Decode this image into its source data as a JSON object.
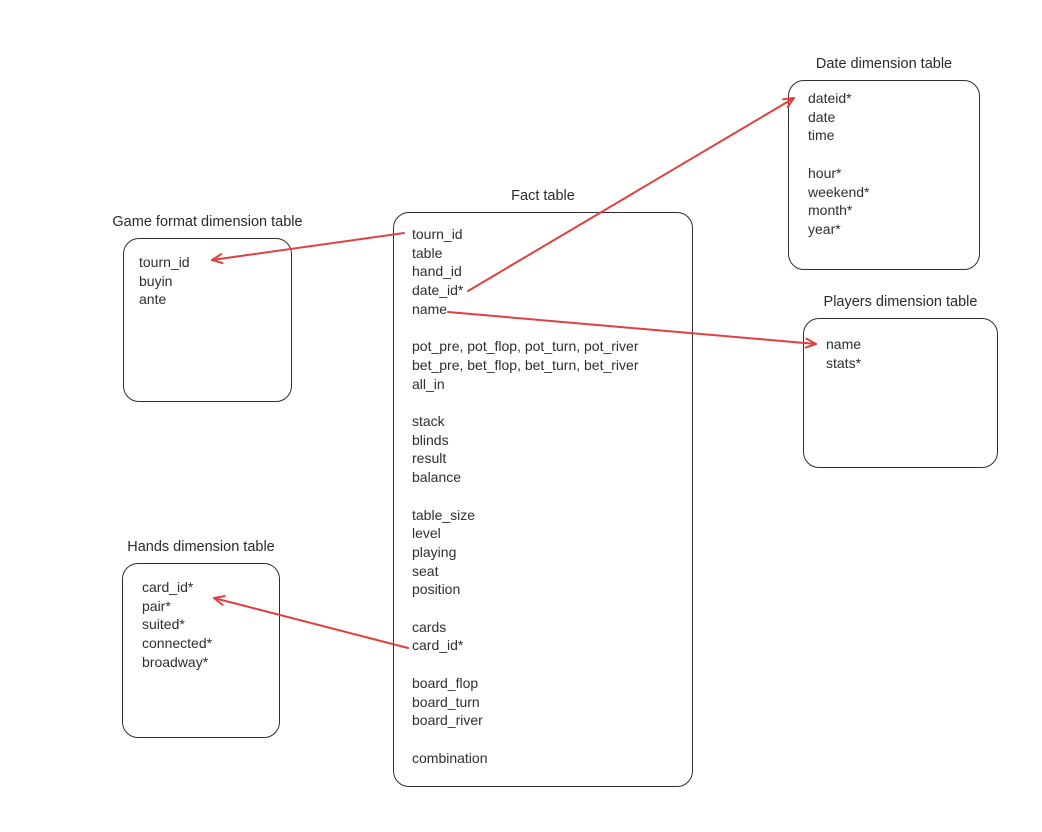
{
  "tables": [
    {
      "id": "fact",
      "title": "Fact table",
      "groups": [
        [
          "tourn_id",
          "table",
          "hand_id",
          "date_id*",
          "name"
        ],
        [
          "pot_pre, pot_flop, pot_turn, pot_river",
          "bet_pre, bet_flop, bet_turn, bet_river",
          "all_in"
        ],
        [
          "stack",
          "blinds",
          "result",
          "balance"
        ],
        [
          "table_size",
          "level",
          "playing",
          "seat",
          "position"
        ],
        [
          "cards",
          "card_id*"
        ],
        [
          "board_flop",
          "board_turn",
          "board_river"
        ],
        [
          "combination"
        ]
      ]
    },
    {
      "id": "date",
      "title": "Date dimension table",
      "groups": [
        [
          "dateid*",
          "date",
          "time"
        ],
        [
          "hour*",
          "weekend*",
          "month*",
          "year*"
        ]
      ]
    },
    {
      "id": "game_format",
      "title": "Game format dimension table",
      "groups": [
        [
          "tourn_id",
          "buyin",
          "ante"
        ]
      ]
    },
    {
      "id": "players",
      "title": "Players dimension table",
      "groups": [
        [
          "name",
          "stats*"
        ]
      ]
    },
    {
      "id": "hands",
      "title": "Hands dimension table",
      "groups": [
        [
          "card_id*",
          "pair*",
          "suited*",
          "connected*",
          "broadway*"
        ]
      ]
    }
  ],
  "relationships": [
    {
      "from": "Fact table / tourn_id",
      "to": "Game format dimension table / tourn_id"
    },
    {
      "from": "Fact table / date_id*",
      "to": "Date dimension table / dateid*"
    },
    {
      "from": "Fact table / name",
      "to": "Players dimension table / name"
    },
    {
      "from": "Fact table / card_id*",
      "to": "Hands dimension table / card_id*"
    }
  ],
  "colors": {
    "arrow": "#e04040",
    "box_border": "#2e2e2e",
    "text": "#2f2f2f",
    "background": "#ffffff"
  }
}
